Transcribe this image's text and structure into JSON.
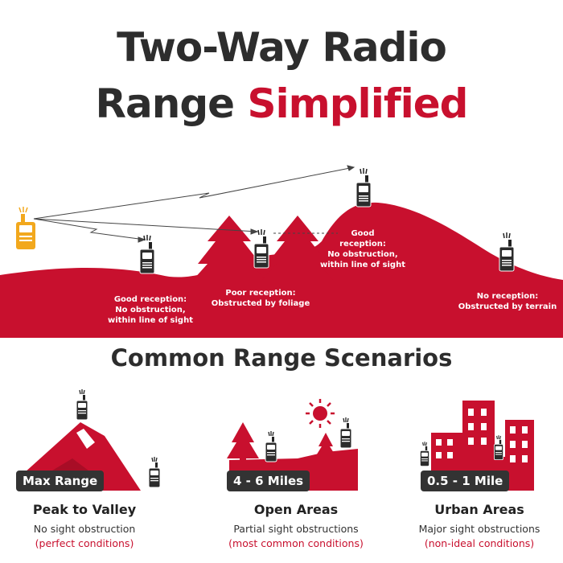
{
  "title": {
    "line1": "Two-Way Radio",
    "line2_plain": "Range",
    "line2_accent": "Simplified"
  },
  "diagram": {
    "labels": [
      {
        "id": "good-1",
        "text": "Good reception:\nNo obstruction,\nwithin line of sight"
      },
      {
        "id": "poor",
        "text": "Poor reception:\nObstructed by foliage"
      },
      {
        "id": "good-2",
        "text": "Good\nreception:\nNo obstruction,\nwithin line of sight"
      },
      {
        "id": "none",
        "text": "No reception:\nObstructed by terrain"
      }
    ]
  },
  "section_title": "Common Range Scenarios",
  "scenarios": [
    {
      "badge": "Max Range",
      "title": "Peak to Valley",
      "description": "No sight obstruction",
      "condition": "(perfect conditions)"
    },
    {
      "badge": "4 - 6 Miles",
      "title": "Open Areas",
      "description": "Partial sight obstructions",
      "condition": "(most common conditions)"
    },
    {
      "badge": "0.5 - 1 Mile",
      "title": "Urban Areas",
      "description": "Major sight obstructions",
      "condition": "(non-ideal conditions)"
    }
  ],
  "colors": {
    "accent": "#c8102e",
    "dark": "#2d2d2d",
    "source_radio": "#f2a81d"
  }
}
